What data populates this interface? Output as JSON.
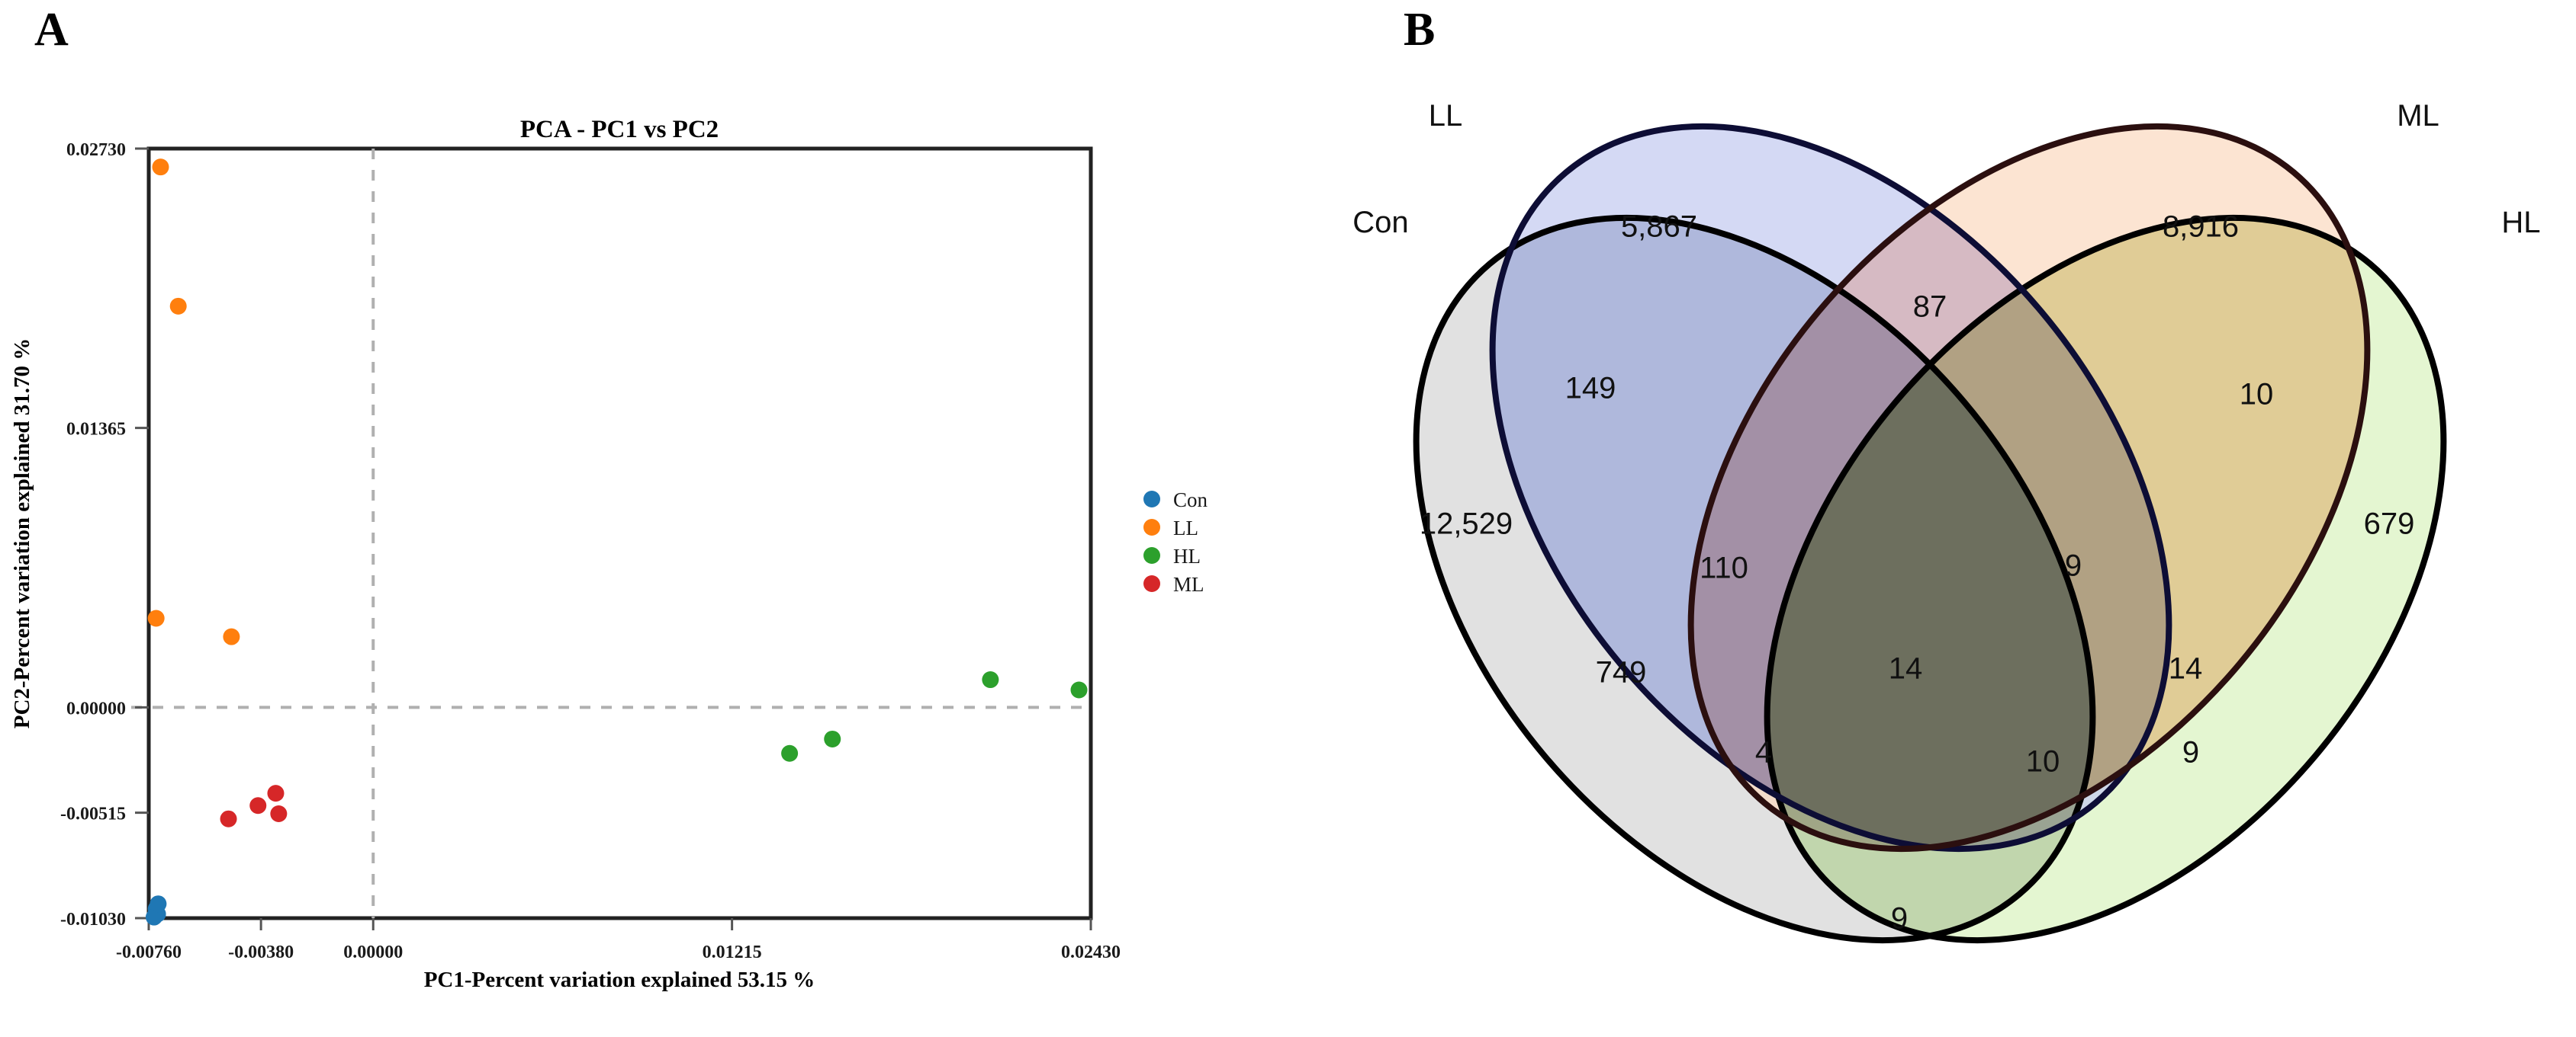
{
  "figure": {
    "panelA_letter": "A",
    "panelB_letter": "B"
  },
  "chart_data": [
    {
      "type": "scatter",
      "panel": "A",
      "title": "PCA - PC1 vs PC2",
      "xlabel": "PC1-Percent variation explained 53.15 %",
      "ylabel": "PC2-Percent variation explained 31.70 %",
      "xlim": [
        -0.0076,
        0.0243
      ],
      "ylim": [
        -0.0103,
        0.0273
      ],
      "xticks": [
        "-0.00760",
        "-0.00380",
        "0.00000",
        "0.01215",
        "0.02430"
      ],
      "xtick_values": [
        -0.0076,
        -0.0038,
        0.0,
        0.01215,
        0.0243
      ],
      "yticks": [
        "0.02730",
        "0.01365",
        "0.00000",
        "-0.00515",
        "-0.01030"
      ],
      "ytick_values": [
        0.0273,
        0.01365,
        0.0,
        -0.00515,
        -0.0103
      ],
      "grid": false,
      "reference_lines": {
        "vertical_x": 0.0,
        "horizontal_y": 0.0,
        "style": "dashed"
      },
      "legend_position": "right",
      "series": [
        {
          "name": "Con",
          "color": "#1f77b4",
          "points": [
            {
              "x": -0.00735,
              "y": -0.00985
            },
            {
              "x": -0.0073,
              "y": -0.0101
            },
            {
              "x": -0.00742,
              "y": -0.01025
            },
            {
              "x": -0.00728,
              "y": -0.0096
            }
          ]
        },
        {
          "name": "LL",
          "color": "#ff7f0e",
          "points": [
            {
              "x": -0.0072,
              "y": 0.0264
            },
            {
              "x": -0.0066,
              "y": 0.0196
            },
            {
              "x": -0.00735,
              "y": 0.00435
            },
            {
              "x": -0.0048,
              "y": 0.00345
            }
          ]
        },
        {
          "name": "HL",
          "color": "#2ca02c",
          "points": [
            {
              "x": 0.0209,
              "y": 0.00135
            },
            {
              "x": 0.0239,
              "y": 0.00085
            },
            {
              "x": 0.01555,
              "y": -0.00155
            },
            {
              "x": 0.0141,
              "y": -0.00225
            }
          ]
        },
        {
          "name": "ML",
          "color": "#d62728",
          "points": [
            {
              "x": -0.0033,
              "y": -0.0042
            },
            {
              "x": -0.0039,
              "y": -0.0048
            },
            {
              "x": -0.0032,
              "y": -0.0052
            },
            {
              "x": -0.0049,
              "y": -0.00545
            }
          ]
        }
      ],
      "legend": [
        {
          "label": "Con",
          "color": "#1f77b4"
        },
        {
          "label": "LL",
          "color": "#ff7f0e"
        },
        {
          "label": "HL",
          "color": "#2ca02c"
        },
        {
          "label": "ML",
          "color": "#d62728"
        }
      ]
    },
    {
      "type": "venn",
      "panel": "B",
      "sets": [
        "LL",
        "ML",
        "Con",
        "HL"
      ],
      "set_labels": {
        "LL": "LL",
        "ML": "ML",
        "Con": "Con",
        "HL": "HL"
      },
      "set_colors": {
        "LL": "#c3cbf0",
        "ML": "#fbd9c0",
        "Con": "#d9d9d9",
        "HL": "#dcf4c4"
      },
      "regions": [
        {
          "id": "LL_only",
          "label": "5,867",
          "sets": [
            "LL"
          ]
        },
        {
          "id": "ML_only",
          "label": "8,916",
          "sets": [
            "ML"
          ]
        },
        {
          "id": "Con_only",
          "label": "12,529",
          "sets": [
            "Con"
          ]
        },
        {
          "id": "HL_only",
          "label": "679",
          "sets": [
            "HL"
          ]
        },
        {
          "id": "LL_ML",
          "label": "87",
          "sets": [
            "LL",
            "ML"
          ]
        },
        {
          "id": "LL_Con",
          "label": "149",
          "sets": [
            "LL",
            "Con"
          ]
        },
        {
          "id": "ML_HL",
          "label": "10",
          "sets": [
            "ML",
            "HL"
          ]
        },
        {
          "id": "Con_HL",
          "label": "9",
          "sets": [
            "Con",
            "HL"
          ]
        },
        {
          "id": "LL_ML_Con",
          "label": "110",
          "sets": [
            "LL",
            "ML",
            "Con"
          ]
        },
        {
          "id": "LL_ML_HL",
          "label": "9",
          "sets": [
            "LL",
            "ML",
            "HL"
          ]
        },
        {
          "id": "LL_Con_HL",
          "label": "4",
          "sets": [
            "LL",
            "Con",
            "HL"
          ]
        },
        {
          "id": "ML_Con_HL",
          "label": "10",
          "sets": [
            "ML",
            "Con",
            "HL"
          ]
        },
        {
          "id": "Con_LL_lower",
          "label": "749",
          "sets": [
            "Con",
            "LL"
          ]
        },
        {
          "id": "ML_HL_lower",
          "label": "14",
          "sets": [
            "ML",
            "HL"
          ]
        },
        {
          "id": "all_four",
          "label": "14",
          "sets": [
            "LL",
            "ML",
            "Con",
            "HL"
          ]
        },
        {
          "id": "Con_HL_bottom",
          "label": "9",
          "sets": [
            "Con",
            "HL"
          ]
        }
      ]
    }
  ]
}
